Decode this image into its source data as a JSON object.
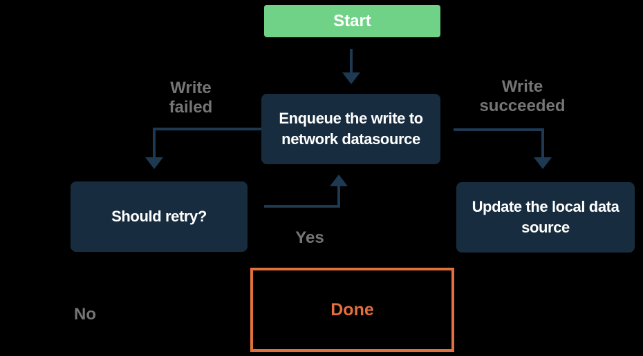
{
  "diagram": {
    "type": "flowchart",
    "nodes": [
      {
        "id": "start",
        "kind": "start",
        "label": "Start"
      },
      {
        "id": "enqueue",
        "kind": "process",
        "label": "Enqueue the write to\nnetwork datasource"
      },
      {
        "id": "should-retry",
        "kind": "decision",
        "label": "Should retry?"
      },
      {
        "id": "update-local",
        "kind": "process",
        "label": "Update the local data\nsource"
      },
      {
        "id": "done",
        "kind": "terminal",
        "label": "Done"
      }
    ],
    "edges": [
      {
        "from": "start",
        "to": "enqueue",
        "label": ""
      },
      {
        "from": "enqueue",
        "to": "should-retry",
        "label": "Write\nfailed"
      },
      {
        "from": "enqueue",
        "to": "update-local",
        "label": "Write\nsucceeded"
      },
      {
        "from": "should-retry",
        "to": "enqueue",
        "label": "Yes"
      },
      {
        "from": "should-retry",
        "to": "done",
        "label": "No"
      }
    ],
    "colors": {
      "background": "#000000",
      "node_fill": "#172C3E",
      "node_text": "#FFFFFF",
      "start_fill": "#6FD287",
      "arrow": "#1E3A53",
      "edge_label": "#757575",
      "done_accent": "#E2703C"
    }
  }
}
